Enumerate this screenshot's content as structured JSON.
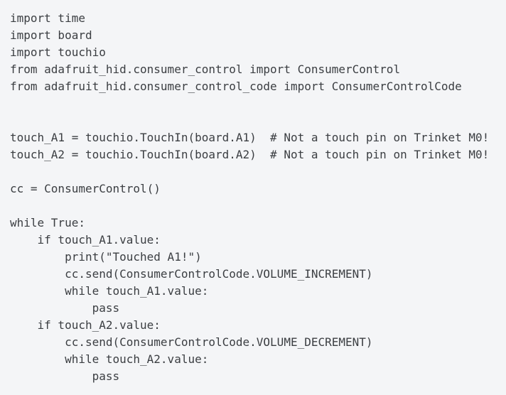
{
  "colors": {
    "background": "#f4f5f7",
    "text": "#3b3e42"
  },
  "code": {
    "language": "python",
    "lines": [
      "import time",
      "import board",
      "import touchio",
      "from adafruit_hid.consumer_control import ConsumerControl",
      "from adafruit_hid.consumer_control_code import ConsumerControlCode",
      "",
      "",
      "touch_A1 = touchio.TouchIn(board.A1)  # Not a touch pin on Trinket M0!",
      "touch_A2 = touchio.TouchIn(board.A2)  # Not a touch pin on Trinket M0!",
      "",
      "cc = ConsumerControl()",
      "",
      "while True:",
      "    if touch_A1.value:",
      "        print(\"Touched A1!\")",
      "        cc.send(ConsumerControlCode.VOLUME_INCREMENT)",
      "        while touch_A1.value:",
      "            pass",
      "    if touch_A2.value:",
      "        cc.send(ConsumerControlCode.VOLUME_DECREMENT)",
      "        while touch_A2.value:",
      "            pass"
    ]
  }
}
